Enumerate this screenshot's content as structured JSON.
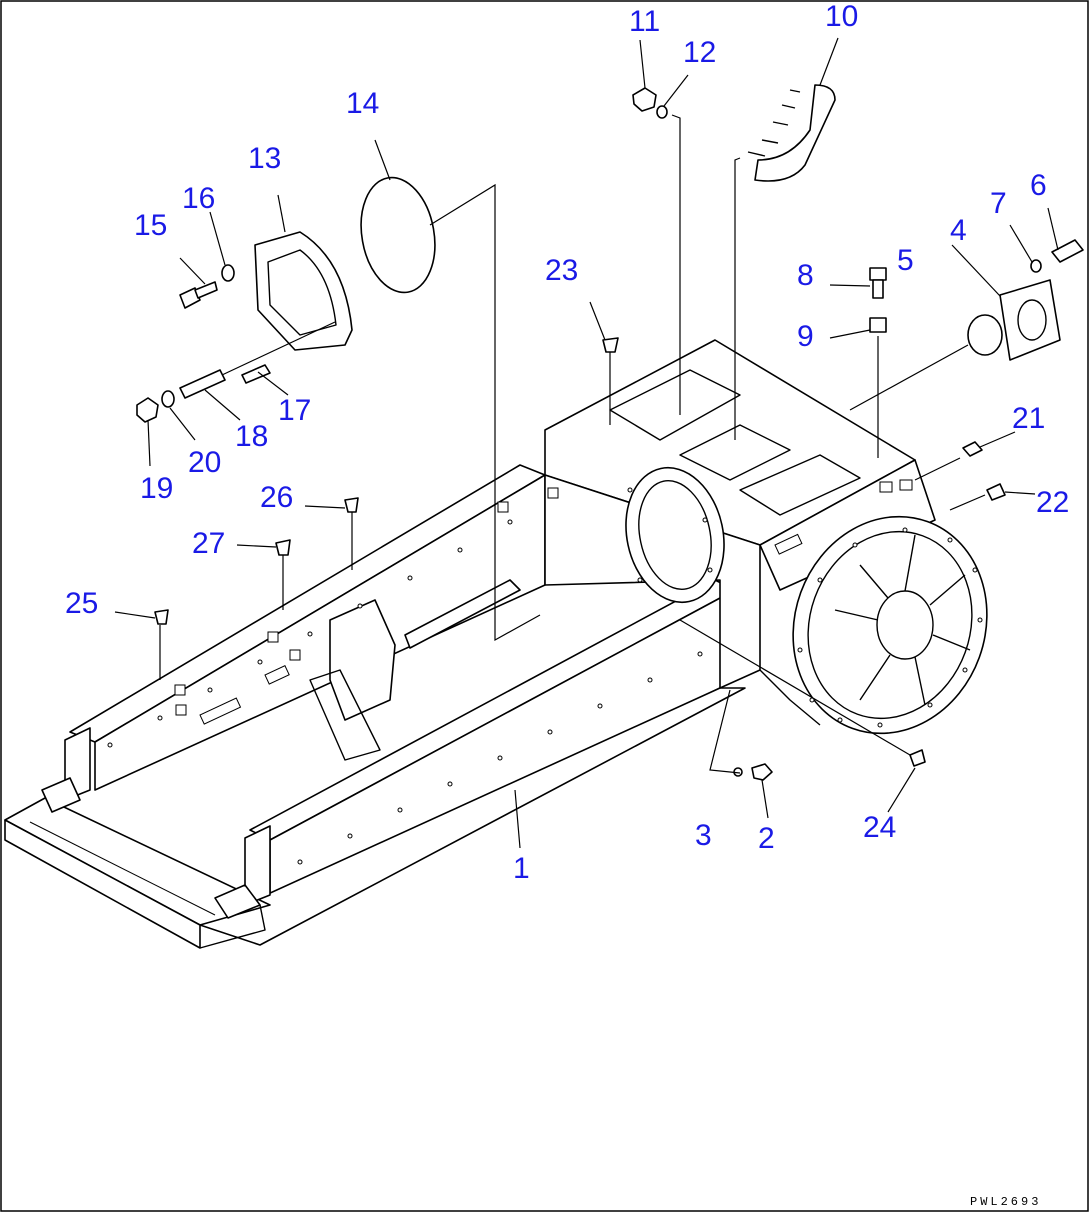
{
  "drawing_code": "PWL2693",
  "callouts": [
    "1",
    "2",
    "3",
    "4",
    "5",
    "6",
    "7",
    "8",
    "9",
    "10",
    "11",
    "12",
    "13",
    "14",
    "15",
    "16",
    "17",
    "18",
    "19",
    "20",
    "21",
    "22",
    "23",
    "24",
    "25",
    "26",
    "27"
  ],
  "colors": {
    "callout": "#1a1ae6",
    "line": "#000000",
    "background": "#ffffff"
  }
}
